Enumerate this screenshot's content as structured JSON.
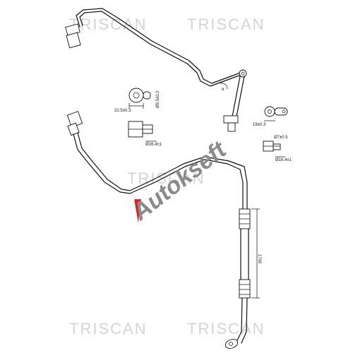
{
  "watermarks": {
    "top_left": "TRISCAN",
    "top_right": "TRISCAN",
    "middle": "TRISCAN",
    "bottom_left": "TRISCAN",
    "bottom_right": "TRISCAN"
  },
  "logo": {
    "text": "Autokseft",
    "accent_color": "#e02020",
    "text_color": "#8a8a8a"
  },
  "dimensions": {
    "upper_width": "22.5±0.3",
    "upper_hole_dia": "Ø9.5±0.2",
    "upper_bore_dia": "Ø16.4±1",
    "right_width": "19±0.3",
    "right_hole_dia": "Ø7±0.5",
    "right_bore_dia": "Ø16.4±1",
    "hose_length": "1700"
  },
  "angle_label": "α"
}
